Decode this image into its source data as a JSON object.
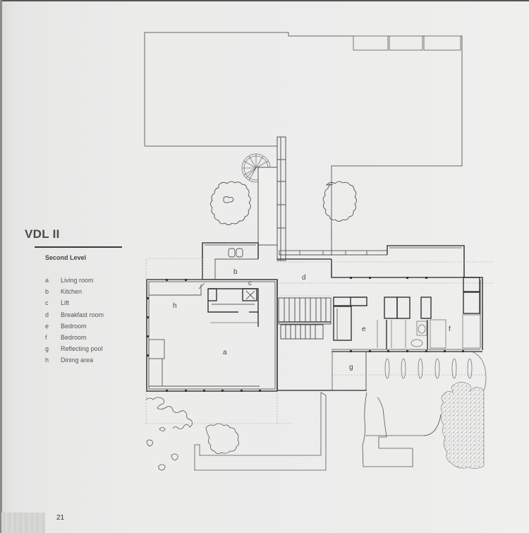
{
  "page": {
    "title": "VDL II",
    "subtitle": "Second Level",
    "page_number": "21"
  },
  "legend": [
    {
      "key": "a",
      "label": "Living room"
    },
    {
      "key": "b",
      "label": "Kitchen"
    },
    {
      "key": "c",
      "label": "Lift"
    },
    {
      "key": "d",
      "label": "Breakfast room"
    },
    {
      "key": "e",
      "label": "Bedroom"
    },
    {
      "key": "f",
      "label": "Bedroom"
    },
    {
      "key": "g",
      "label": "Reflecting pool"
    },
    {
      "key": "h",
      "label": "Dining area"
    }
  ],
  "plan_labels": {
    "a": "a",
    "b": "b",
    "c": "c",
    "d": "d",
    "e": "e",
    "f": "f",
    "g": "g",
    "h": "h"
  },
  "colors": {
    "paper": "#ededec",
    "line": "#555555",
    "text": "#444444"
  }
}
